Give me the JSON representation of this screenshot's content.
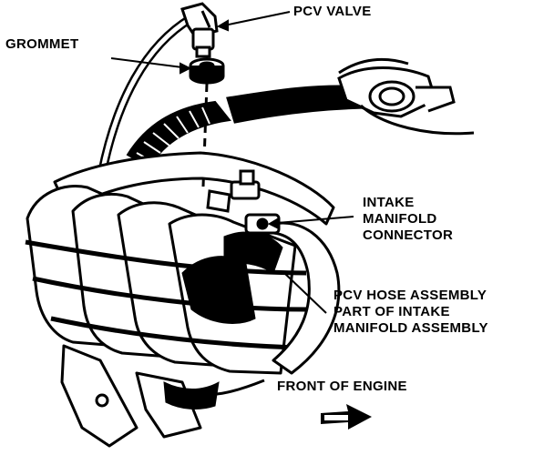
{
  "labels": {
    "pcv_valve": "PCV VALVE",
    "grommet": "GROMMET",
    "intake_connector": [
      "INTAKE",
      "MANIFOLD",
      "CONNECTOR"
    ],
    "pcv_hose": [
      "PCV HOSE ASSEMBLY",
      "PART OF INTAKE",
      "MANIFOLD ASSEMBLY"
    ],
    "front_of_engine": "FRONT OF ENGINE"
  },
  "icons": {
    "direction_arrow": "front-arrow-icon"
  }
}
